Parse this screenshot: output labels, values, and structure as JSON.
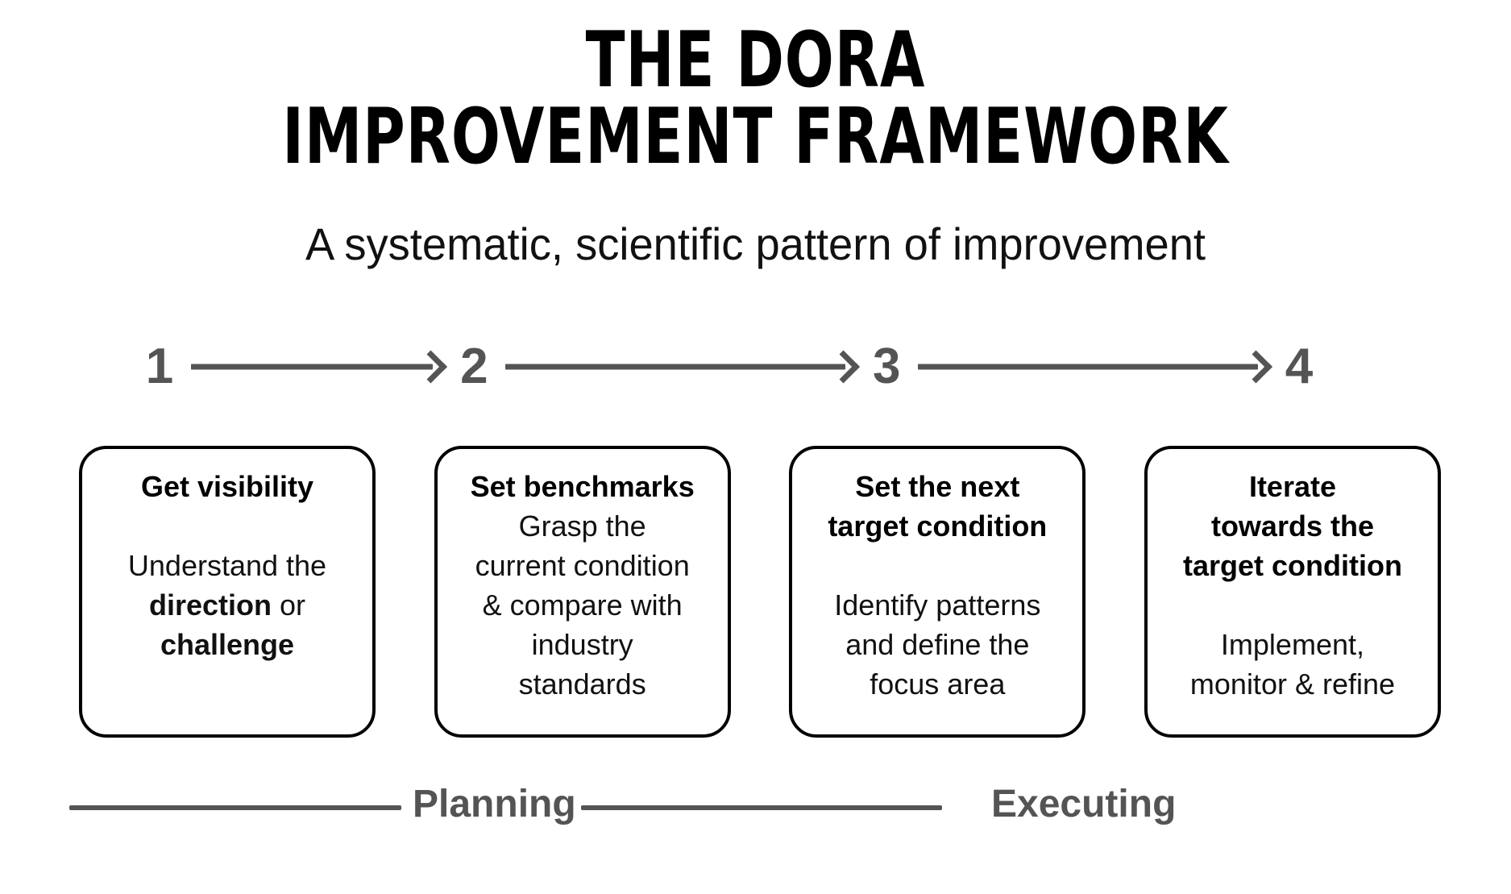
{
  "page": {
    "background_color": "#ffffff",
    "accent_gray": "#545454",
    "border_color": "#000000"
  },
  "header": {
    "title_line1": "THE DORA",
    "title_line2": "IMPROVEMENT FRAMEWORK",
    "subtitle": "A systematic, scientific pattern of improvement"
  },
  "steps": [
    {
      "number": "1"
    },
    {
      "number": "2"
    },
    {
      "number": "3"
    },
    {
      "number": "4"
    }
  ],
  "cards": [
    {
      "heading": "Get visibility",
      "body_pre": "Understand the\n",
      "body_bold1": "direction",
      "body_mid": " or\n",
      "body_bold2": "challenge"
    },
    {
      "heading": "Set benchmarks",
      "body": "Grasp the\ncurrent condition\n& compare with\nindustry\nstandards"
    },
    {
      "heading": "Set the next\ntarget condition",
      "body": "Identify patterns\nand define the\nfocus area"
    },
    {
      "heading": "Iterate\ntowards the\ntarget condition",
      "body": "Implement,\nmonitor & refine"
    }
  ],
  "phases": {
    "planning_label": "Planning",
    "executing_label": "Executing"
  }
}
